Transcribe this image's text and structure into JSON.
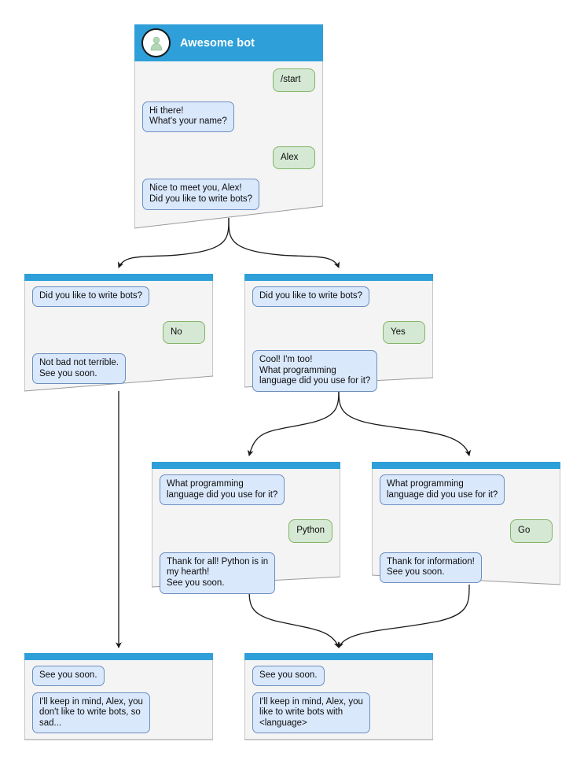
{
  "diagram": {
    "title": "Awesome bot conversation flow",
    "colors": {
      "header": "#2e9fd9",
      "screen_background": "#f4f4f4",
      "screen_border": "#9a9a9a",
      "bot_bubble_fill": "#dae8fc",
      "bot_bubble_border": "#6c8ebf",
      "user_bubble_fill": "#d5e8d4",
      "user_bubble_border": "#82b366",
      "edge": "#1a1a1a",
      "avatar_glyph": "#9ac7a0"
    },
    "icons": {
      "avatar": "user-avatar-icon",
      "arrow": "arrow-head-icon"
    }
  },
  "nodes": [
    {
      "id": "root",
      "name": "start-screen",
      "title": "Awesome bot",
      "has_title_bar": true,
      "messages": [
        {
          "from": "user",
          "text": "/start"
        },
        {
          "from": "bot",
          "text": "Hi there!\nWhat's your name?"
        },
        {
          "from": "user",
          "text": "Alex"
        },
        {
          "from": "bot",
          "text": "Nice to meet you, Alex!\nDid you like to write bots?"
        }
      ]
    },
    {
      "id": "no",
      "name": "answer-no-screen",
      "title": "",
      "has_title_bar": false,
      "messages": [
        {
          "from": "bot",
          "text": "Did you like to write bots?"
        },
        {
          "from": "user",
          "text": "No"
        },
        {
          "from": "bot",
          "text": "Not bad not terrible.\nSee you soon."
        }
      ]
    },
    {
      "id": "yes",
      "name": "answer-yes-screen",
      "title": "",
      "has_title_bar": false,
      "messages": [
        {
          "from": "bot",
          "text": "Did you like to write bots?"
        },
        {
          "from": "user",
          "text": "Yes"
        },
        {
          "from": "bot",
          "text": "Cool! I'm too!\nWhat programming\nlanguage did you use for it?"
        }
      ]
    },
    {
      "id": "python",
      "name": "answer-python-screen",
      "title": "",
      "has_title_bar": false,
      "messages": [
        {
          "from": "bot",
          "text": "What programming\nlanguage did you use for it?"
        },
        {
          "from": "user",
          "text": "Python"
        },
        {
          "from": "bot",
          "text": "Thank for all! Python is in\nmy hearth!\nSee you soon."
        }
      ]
    },
    {
      "id": "go",
      "name": "answer-go-screen",
      "title": "",
      "has_title_bar": false,
      "messages": [
        {
          "from": "bot",
          "text": "What programming\nlanguage did you use for it?"
        },
        {
          "from": "user",
          "text": "Go"
        },
        {
          "from": "bot",
          "text": "Thank for information!\nSee you soon."
        }
      ]
    },
    {
      "id": "end-sad",
      "name": "ending-no-screen",
      "title": "",
      "has_title_bar": false,
      "messages": [
        {
          "from": "bot",
          "text": "See you soon."
        },
        {
          "from": "bot",
          "text": "I'll keep in mind, Alex, you\ndon't like to write bots, so\nsad..."
        }
      ]
    },
    {
      "id": "end-happy",
      "name": "ending-yes-screen",
      "title": "",
      "has_title_bar": false,
      "messages": [
        {
          "from": "bot",
          "text": "See you soon."
        },
        {
          "from": "bot",
          "text": "I'll keep in mind, Alex, you\nlike to write bots with\n<language>"
        }
      ]
    }
  ]
}
